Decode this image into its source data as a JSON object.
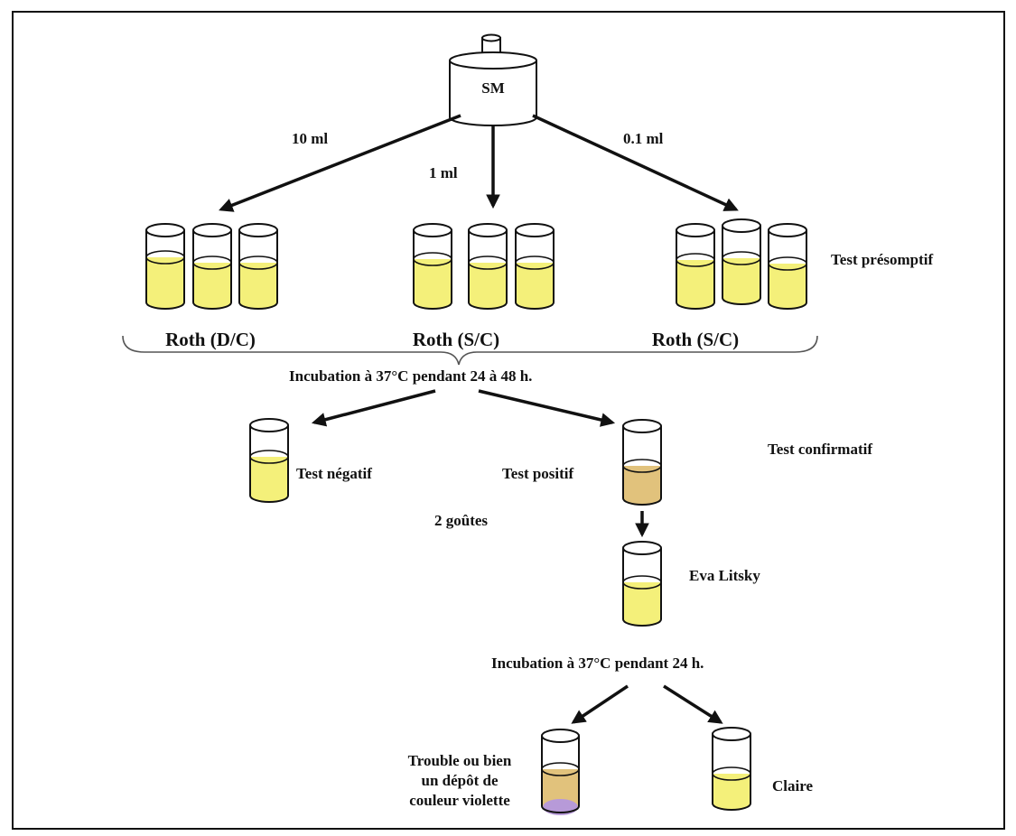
{
  "source": {
    "label": "SM"
  },
  "volumes": {
    "left": "10 ml",
    "center": "1 ml",
    "right": "0.1 ml"
  },
  "presumptive": {
    "label": "Test présomptif",
    "groups": [
      {
        "label": "Roth (D/C)"
      },
      {
        "label": "Roth (S/C)"
      },
      {
        "label": "Roth (S/C)"
      }
    ]
  },
  "incubation1": "Incubation à 37°C pendant 24 à 48 h.",
  "confirmatory": {
    "label": "Test confirmatif",
    "negative": "Test négatif",
    "positive": "Test positif",
    "drops": "2 goûtes",
    "medium": "Eva Litsky"
  },
  "incubation2": "Incubation à 37°C pendant  24 h.",
  "results": {
    "trouble": [
      "Trouble ou bien",
      "un dépôt de",
      "couleur violette"
    ],
    "clear": "Claire"
  },
  "colors": {
    "yellow_medium": "#f4f07a",
    "brown_medium": "#e1c27c",
    "violet_deposit": "#b79ad8",
    "outline": "#111111"
  }
}
